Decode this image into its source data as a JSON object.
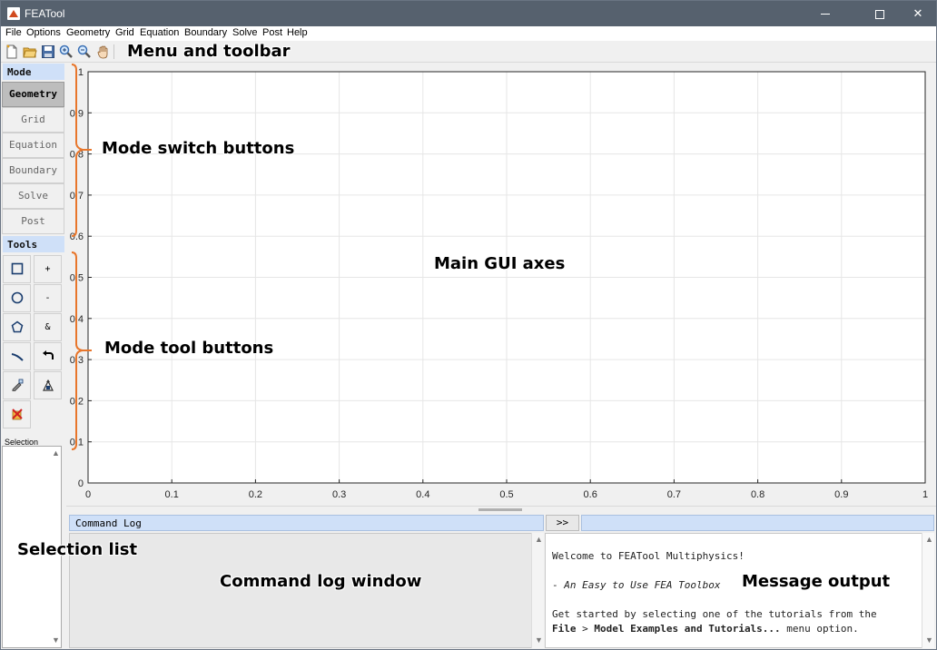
{
  "window": {
    "title": "FEATool",
    "minimize_glyph": "minimize-icon",
    "maximize_glyph": "maximize-icon",
    "close_glyph": "✕"
  },
  "menu": [
    "File",
    "Options",
    "Geometry",
    "Grid",
    "Equation",
    "Boundary",
    "Solve",
    "Post",
    "Help"
  ],
  "toolbar": {
    "icons": [
      "new-file-icon",
      "open-folder-icon",
      "save-icon",
      "zoom-in-icon",
      "zoom-out-icon",
      "pan-hand-icon"
    ]
  },
  "left_panel": {
    "mode_header": "Mode",
    "modes": [
      {
        "label": "Geometry",
        "active": true
      },
      {
        "label": "Grid",
        "active": false
      },
      {
        "label": "Equation",
        "active": false
      },
      {
        "label": "Boundary",
        "active": false
      },
      {
        "label": "Solve",
        "active": false
      },
      {
        "label": "Post",
        "active": false
      }
    ],
    "tools_header": "Tools",
    "tools": [
      {
        "name": "rectangle-icon",
        "label": ""
      },
      {
        "name": "plus-icon",
        "label": "+"
      },
      {
        "name": "circle-icon",
        "label": ""
      },
      {
        "name": "minus-icon",
        "label": "-"
      },
      {
        "name": "polygon-icon",
        "label": ""
      },
      {
        "name": "ampersand-icon",
        "label": "&"
      },
      {
        "name": "line-icon",
        "label": ""
      },
      {
        "name": "undo-icon",
        "label": ""
      },
      {
        "name": "edit-object-icon",
        "label": ""
      },
      {
        "name": "transform-icon",
        "label": ""
      },
      {
        "name": "delete-icon",
        "label": ""
      }
    ],
    "selection_label": "Selection"
  },
  "axes": {
    "x_ticks": [
      "0",
      "0.1",
      "0.2",
      "0.3",
      "0.4",
      "0.5",
      "0.6",
      "0.7",
      "0.8",
      "0.9",
      "1"
    ],
    "y_ticks": [
      "0",
      "0.1",
      "0.2",
      "0.3",
      "0.4",
      "0.5",
      "0.6",
      "0.7",
      "0.8",
      "0.9",
      "1"
    ],
    "grid": true,
    "grid_color": "#e6e6e6"
  },
  "command_log": {
    "header": "Command Log",
    "toggle_label": ">>"
  },
  "message_output": {
    "line1": "Welcome to FEATool Multiphysics!",
    "line2_prefix": "- ",
    "line2_italic": "An Easy to Use FEA Toolbox",
    "line3": "Get started by selecting one of the tutorials from the",
    "line4_bold1": "File",
    "line4_sep": " > ",
    "line4_bold2": "Model Examples and Tutorials...",
    "line4_rest": " menu option."
  },
  "annotations": {
    "menu_toolbar": "Menu and toolbar",
    "mode_switch": "Mode switch buttons",
    "main_axes": "Main GUI axes",
    "mode_tools": "Mode tool buttons",
    "selection_list": "Selection list",
    "command_log_window": "Command log window",
    "message_output": "Message output"
  },
  "colors": {
    "titlebar": "#56616e",
    "header_blue": "#cfe0f8",
    "brace_orange": "#e8762b"
  }
}
